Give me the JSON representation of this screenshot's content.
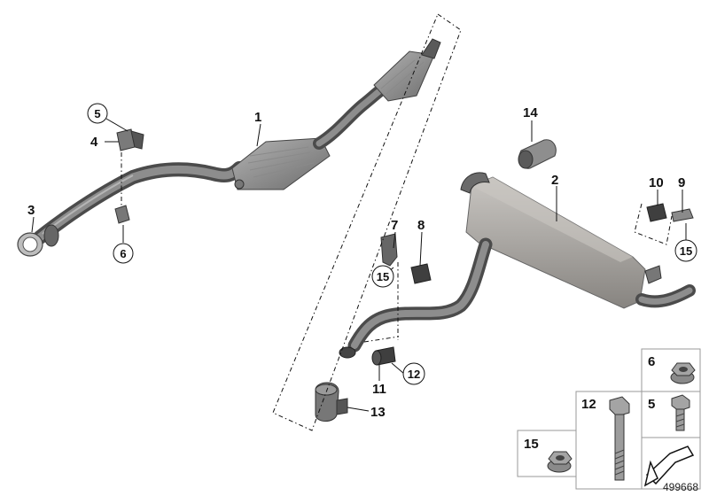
{
  "callouts": {
    "c1": "1",
    "c2": "2",
    "c3": "3",
    "c4": "4",
    "c5": "5",
    "c6": "6",
    "c7": "7",
    "c8": "8",
    "c9": "9",
    "c10": "10",
    "c11": "11",
    "c12": "12",
    "c13": "13",
    "c14": "14",
    "c15a": "15",
    "c15b": "15"
  },
  "hardware_table": {
    "cell_6": "6",
    "cell_12": "12",
    "cell_5": "5",
    "cell_15": "15"
  },
  "reference_id": "499668",
  "colors": {
    "pipe": "#6e6e6e",
    "pipe_dark": "#4a4a4a",
    "pipe_light": "#9a9a9a",
    "muffler": "#a9a6a2",
    "line": "#111111"
  }
}
